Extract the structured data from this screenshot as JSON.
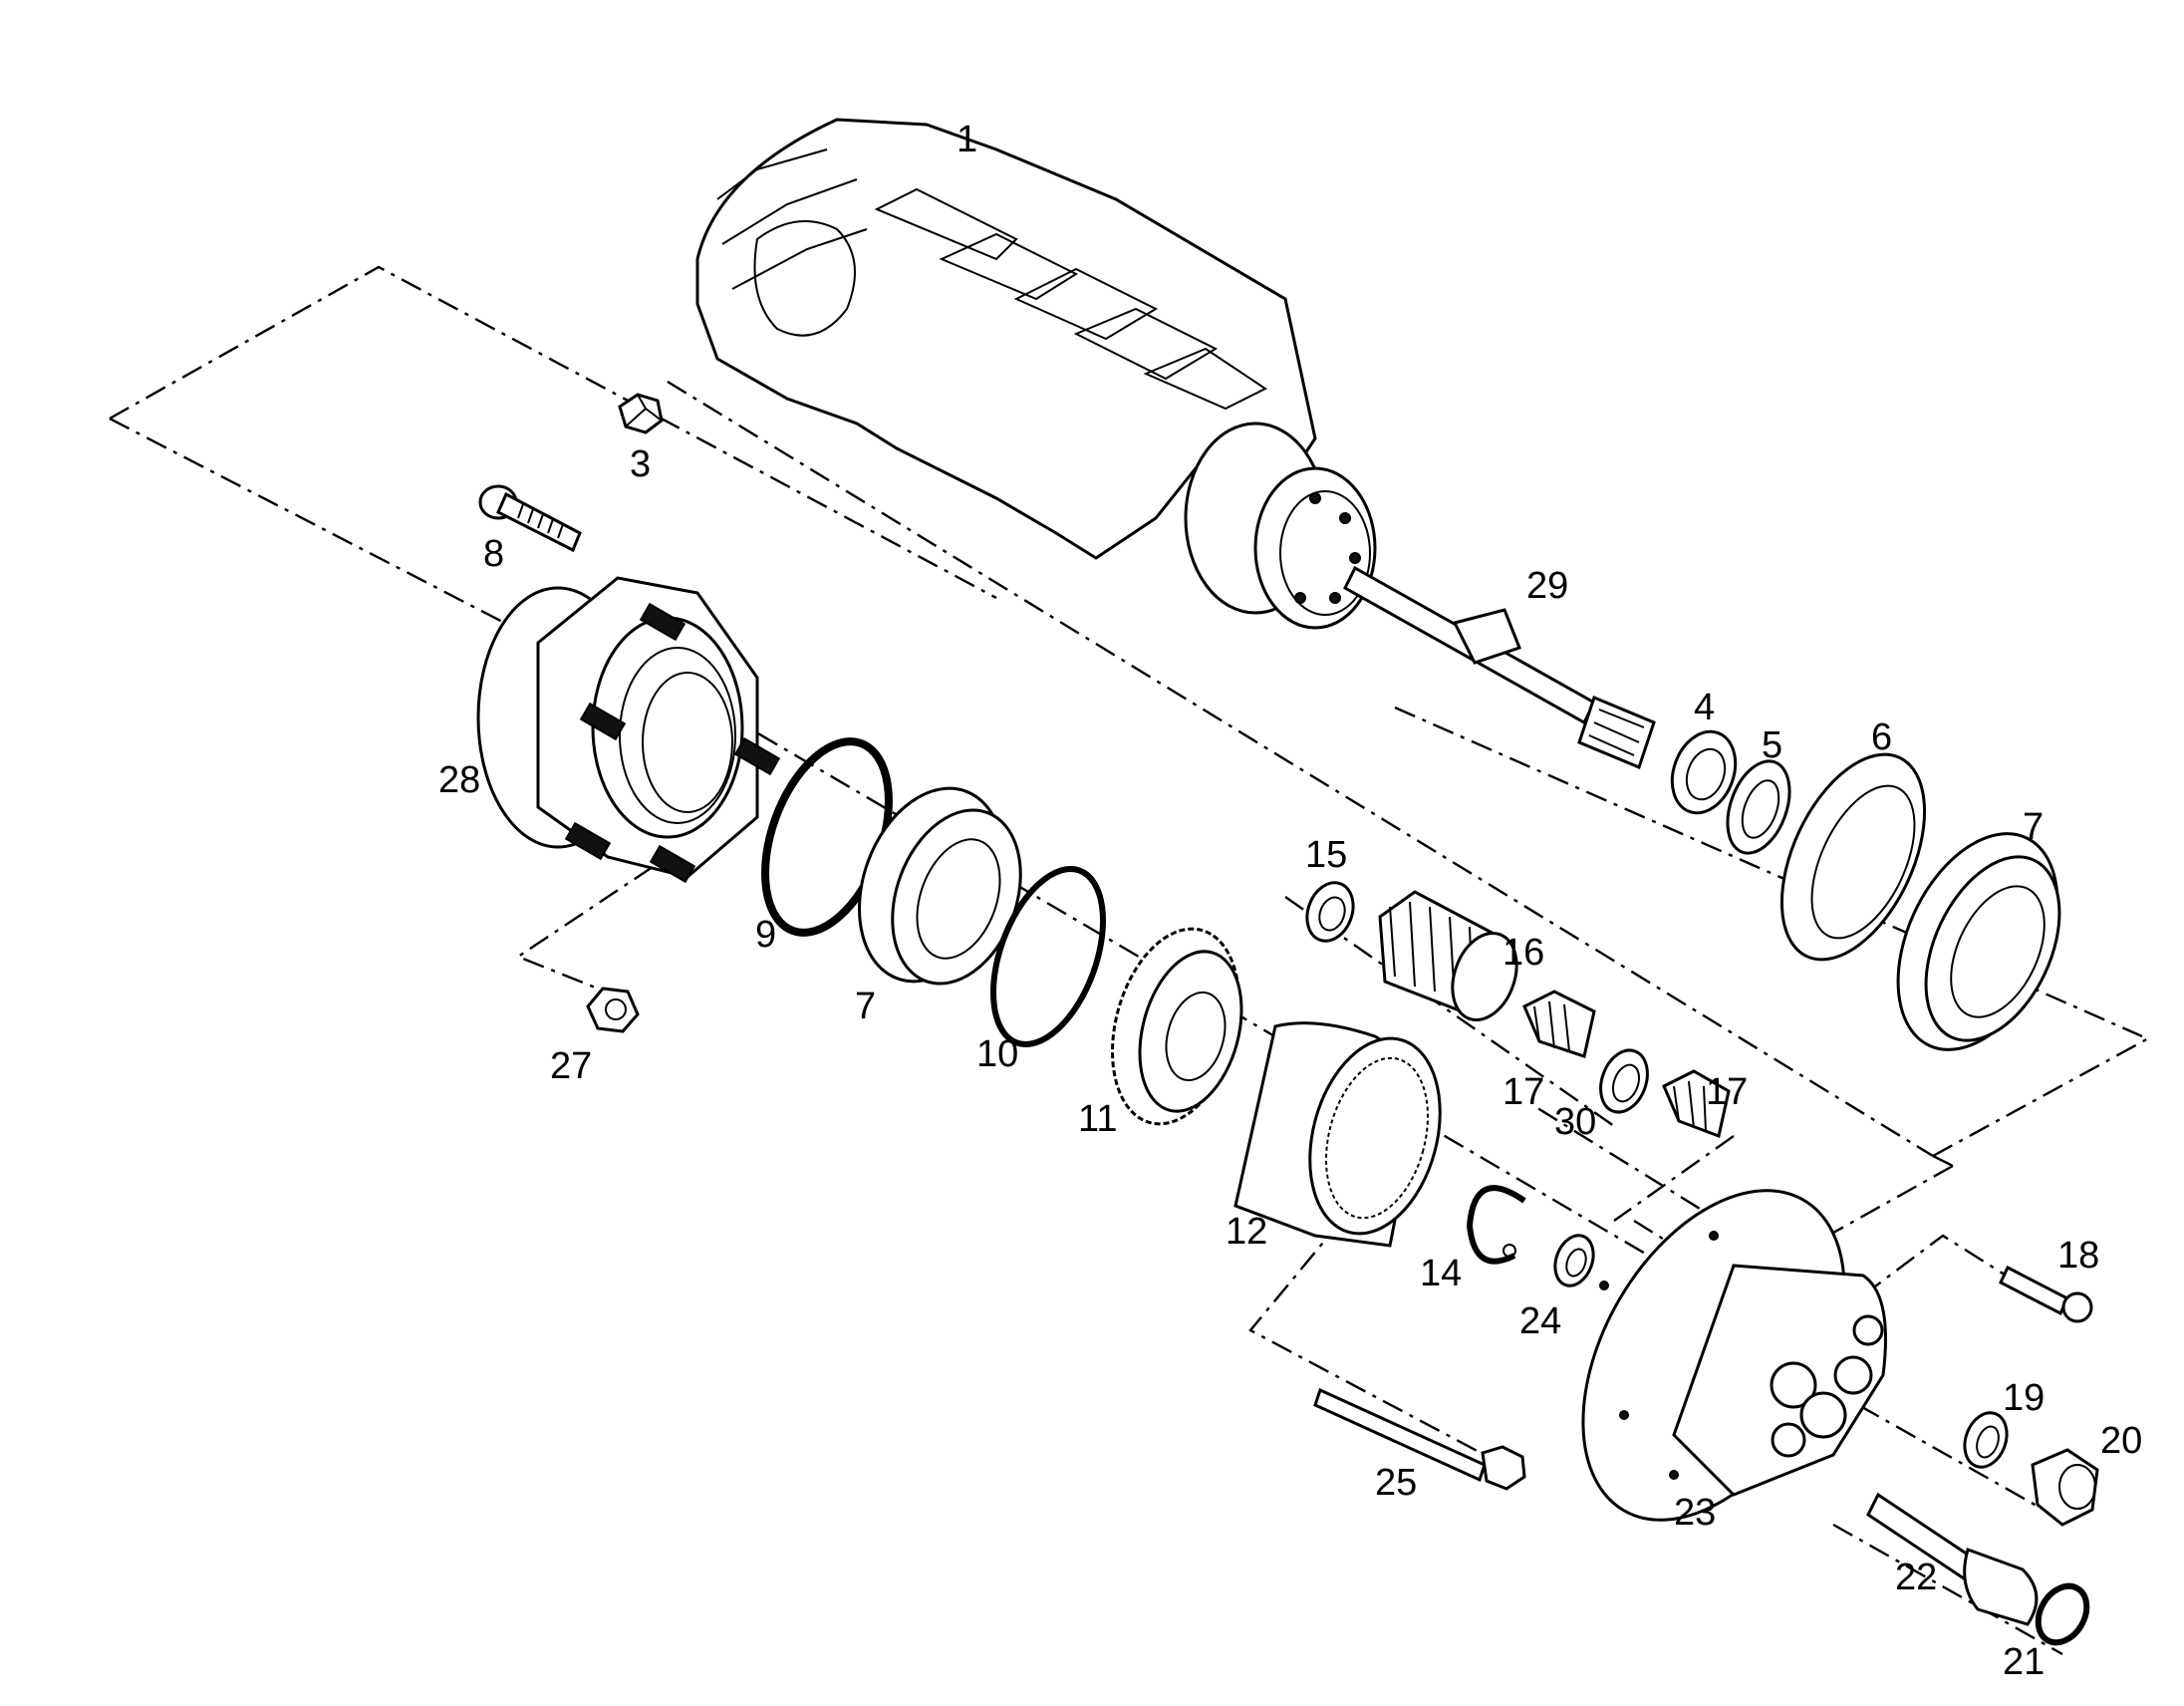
{
  "diagram": {
    "callouts": [
      {
        "id": "c1",
        "text": "1"
      },
      {
        "id": "c3",
        "text": "3"
      },
      {
        "id": "c4",
        "text": "4"
      },
      {
        "id": "c5",
        "text": "5"
      },
      {
        "id": "c6",
        "text": "6"
      },
      {
        "id": "c7a",
        "text": "7"
      },
      {
        "id": "c7b",
        "text": "7"
      },
      {
        "id": "c8",
        "text": "8"
      },
      {
        "id": "c9",
        "text": "9"
      },
      {
        "id": "c10",
        "text": "10"
      },
      {
        "id": "c11",
        "text": "11"
      },
      {
        "id": "c12",
        "text": "12"
      },
      {
        "id": "c14",
        "text": "14"
      },
      {
        "id": "c15",
        "text": "15"
      },
      {
        "id": "c16",
        "text": "16"
      },
      {
        "id": "c17a",
        "text": "17"
      },
      {
        "id": "c17b",
        "text": "17"
      },
      {
        "id": "c18",
        "text": "18"
      },
      {
        "id": "c19",
        "text": "19"
      },
      {
        "id": "c20",
        "text": "20"
      },
      {
        "id": "c21",
        "text": "21"
      },
      {
        "id": "c22",
        "text": "22"
      },
      {
        "id": "c23",
        "text": "23"
      },
      {
        "id": "c24",
        "text": "24"
      },
      {
        "id": "c25",
        "text": "25"
      },
      {
        "id": "c27",
        "text": "27"
      },
      {
        "id": "c28",
        "text": "28"
      },
      {
        "id": "c29",
        "text": "29"
      },
      {
        "id": "c30",
        "text": "30"
      }
    ]
  }
}
